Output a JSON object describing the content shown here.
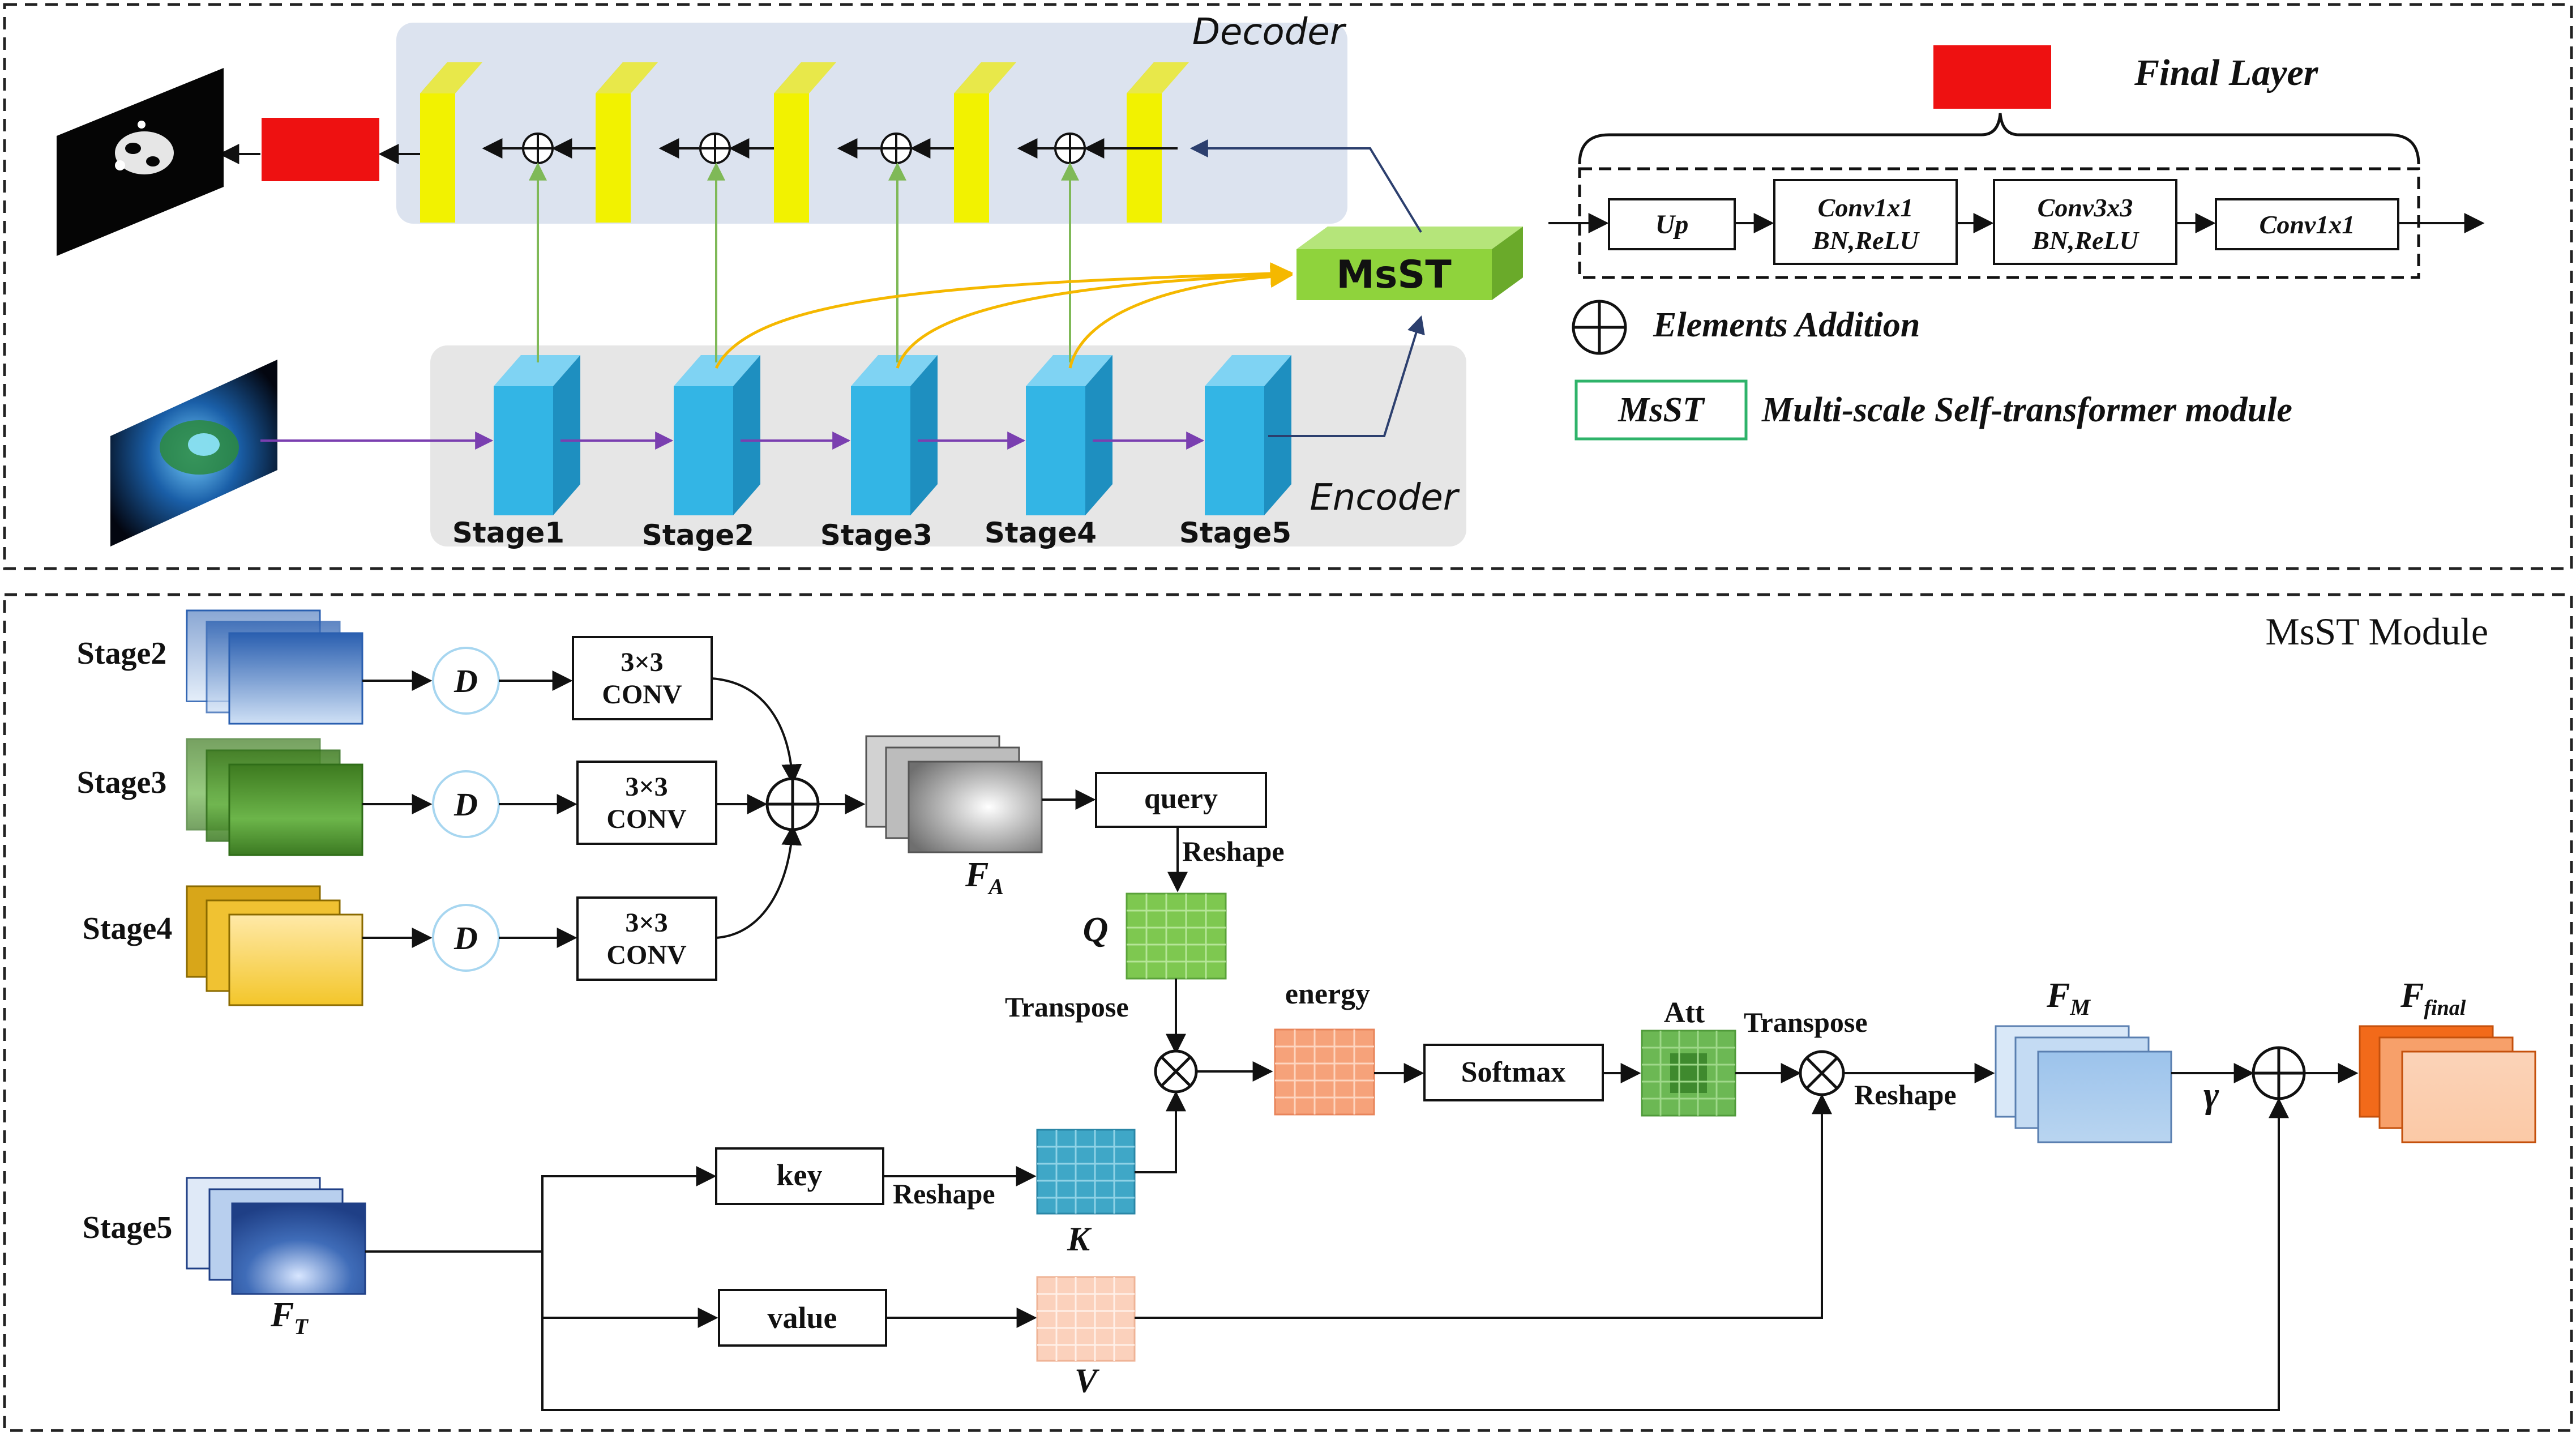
{
  "top": {
    "decoder_label": "Decoder",
    "encoder_label": "Encoder",
    "msst_label": "MsST",
    "stages": [
      "Stage1",
      "Stage2",
      "Stage3",
      "Stage4",
      "Stage5"
    ],
    "final_layer_title": "Final Layer",
    "final_layer_blocks": [
      {
        "line1": "Up",
        "line2": ""
      },
      {
        "line1": "Conv1x1",
        "line2": "BN,ReLU"
      },
      {
        "line1": "Conv3x3",
        "line2": "BN,ReLU"
      },
      {
        "line1": "Conv1x1",
        "line2": ""
      }
    ],
    "legend_addition": "Elements Addition",
    "legend_msst_box": "MsST",
    "legend_msst_desc": "Multi-scale Self-transformer module"
  },
  "bottom": {
    "title": "MsST Module",
    "stage_labels": [
      "Stage2",
      "Stage3",
      "Stage4",
      "Stage5"
    ],
    "dilation_symbol": "D",
    "conv_line1": "3×3",
    "conv_line2": "CONV",
    "fa_label": "F",
    "fa_sub": "A",
    "ft_label": "F",
    "ft_sub": "T",
    "query": "query",
    "key": "key",
    "value": "value",
    "reshape": "Reshape",
    "transpose": "Transpose",
    "q_label": "Q",
    "k_label": "K",
    "v_label": "V",
    "energy": "energy",
    "softmax": "Softmax",
    "att": "Att",
    "fm_label": "F",
    "fm_sub": "M",
    "gamma": "γ",
    "ffinal_label": "F",
    "ffinal_sub": "final"
  },
  "colors": {
    "decoder_bg": "#dce3ef",
    "encoder_bg": "#e6e6e6",
    "decoder_block": "#f2f200",
    "encoder_block": "#33b5e5",
    "final_block": "#ee1111",
    "msst_green": "#8fd33c",
    "skip_green": "#7fb957",
    "yellow_path": "#f5b800",
    "purple_path": "#7a3fb0",
    "navy_path": "#2c3f6e"
  }
}
